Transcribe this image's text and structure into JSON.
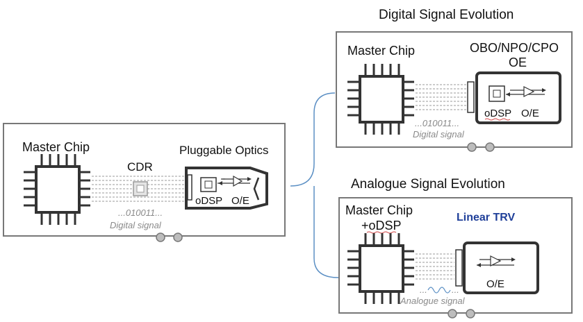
{
  "legacy": {
    "master_chip": "Master Chip",
    "cdr": "CDR",
    "module_title": "Pluggable Optics",
    "odsp": "oDSP",
    "oe": "O/E",
    "bits": "...010011...",
    "signal_caption": "Digital signal"
  },
  "digital_evolution": {
    "heading": "Digital Signal Evolution",
    "master_chip": "Master Chip",
    "module_title_line1": "OBO/NPO/CPO",
    "module_title_line2": "OE",
    "odsp": "oDSP",
    "oe": "O/E",
    "bits": "...010011...",
    "signal_caption": "Digital signal"
  },
  "analogue_evolution": {
    "heading": "Analogue Signal Evolution",
    "master_chip_line1": "Master Chip",
    "master_chip_line2": "+oDSP",
    "badge": "Linear TRV",
    "oe": "O/E",
    "wave_prefix": "...",
    "wave_suffix": "...",
    "signal_caption": "Analogue signal"
  },
  "colors": {
    "badge": "#1f3f99",
    "connector": "#5b8fc4",
    "border": "#777777",
    "squiggle": "#d04040"
  }
}
